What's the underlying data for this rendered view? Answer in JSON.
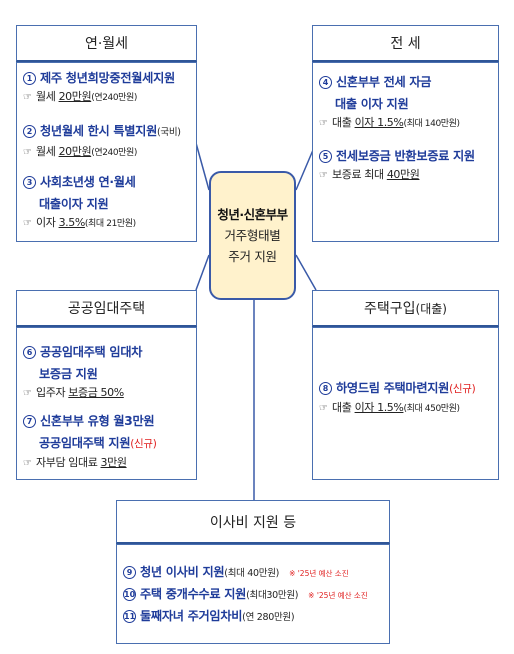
{
  "center": {
    "line1": "청년·신혼부부",
    "line2": "거주형태별",
    "line3": "주거 지원"
  },
  "panels": {
    "rent": {
      "title": "연·월세",
      "items": [
        {
          "num": "1",
          "title": "제주 청년희망중전월세지원",
          "detail_prefix": "월세",
          "detail_amount": "20만원",
          "detail_small": "(연240만원)"
        },
        {
          "num": "2",
          "title": "청년월세 한시 특별지원",
          "title_sub": "(국비)",
          "detail_prefix": "월세",
          "detail_amount": "20만원",
          "detail_small": "(연240만원)"
        },
        {
          "num": "3",
          "title_line1": "사회초년생 연·월세",
          "title_line2": "대출이자 지원",
          "detail_prefix": "이자",
          "detail_amount": "3.5%",
          "detail_small": "(최대 21만원)"
        }
      ]
    },
    "jeonse": {
      "title": "전 세",
      "items": [
        {
          "num": "4",
          "title_line1": "신혼부부 전세 자금",
          "title_line2": "대출 이자 지원",
          "detail_prefix": "대출",
          "detail_amount": "이자 1.5%",
          "detail_small": "(최대 140만원)"
        },
        {
          "num": "5",
          "title": "전세보증금 반환보증료 지원",
          "detail_prefix": "보증료 최대",
          "detail_amount": "40만원"
        }
      ]
    },
    "public": {
      "title": "공공임대주택",
      "items": [
        {
          "num": "6",
          "title_line1": "공공임대주택 임대차",
          "title_line2": "보증금 지원",
          "detail_prefix": "입주자",
          "detail_amount": "보증금 50%"
        },
        {
          "num": "7",
          "title_line1": "신혼부부 유형 월3만원",
          "title_line2": "공공임대주택 지원",
          "title_new": "(신규)",
          "detail_prefix": "자부담 임대료",
          "detail_amount": "3만원"
        }
      ]
    },
    "purchase": {
      "title": "주택구입",
      "title_sub": "(대출)",
      "items": [
        {
          "num": "8",
          "title": "하영드림 주택마련지원",
          "title_new": "(신규)",
          "detail_prefix": "대출",
          "detail_amount": "이자 1.5%",
          "detail_small": "(최대 450만원)"
        }
      ]
    },
    "moving": {
      "title": "이사비 지원 등",
      "items": [
        {
          "num": "9",
          "title": "청년 이사비 지원",
          "title_sub": "(최대 40만원)",
          "note": "※ '25년 예산 소진"
        },
        {
          "num": "10",
          "title": "주택 중개수수료 지원",
          "title_sub": "(최대30만원)",
          "note": "※ '25년 예산 소진"
        },
        {
          "num": "11",
          "title": "둘째자녀 주거임차비",
          "title_sub": "(연 280만원)"
        }
      ]
    }
  },
  "colors": {
    "accent": "#1f3c9a",
    "border": "#4a6fb0",
    "center_fill": "#fff2cc",
    "new": "#e02020"
  }
}
